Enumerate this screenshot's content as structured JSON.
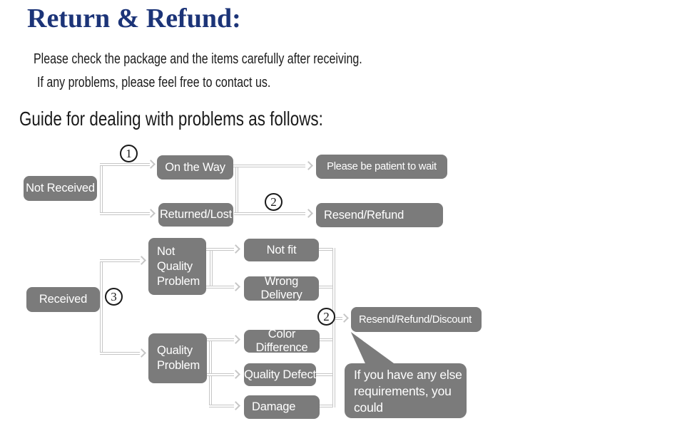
{
  "header": {
    "title": "Return & Refund:",
    "intro_lines": [
      "Please check the package and the items carefully after receiving.",
      "If any problems, please feel free to contact us."
    ],
    "guide_heading": "Guide for dealing with problems as follows:"
  },
  "colors": {
    "title_text": "#1c3478",
    "body_text": "#1a1a1a",
    "node_fill": "#7b7b7b",
    "node_text": "#ffffff",
    "connector": "#c6c6c6",
    "marker_border": "#1a1a1a",
    "background": "#ffffff"
  },
  "flowchart": {
    "nodes": [
      {
        "id": "not-received",
        "label": "Not Received"
      },
      {
        "id": "on-the-way",
        "label": "On the Way"
      },
      {
        "id": "returned-lost",
        "label": "Returned/Lost"
      },
      {
        "id": "please-be-patient-to-wait",
        "label": "Please be patient to wait"
      },
      {
        "id": "resend-refund",
        "label": "Resend/Refund"
      },
      {
        "id": "received",
        "label": "Received"
      },
      {
        "id": "not-quality-problem",
        "label": "Not\nQuality\nProblem"
      },
      {
        "id": "not-fit",
        "label": "Not fit"
      },
      {
        "id": "wrong-delivery",
        "label": "Wrong Delivery"
      },
      {
        "id": "quality-problem",
        "label": "Quality\nProblem"
      },
      {
        "id": "color-difference",
        "label": "Color Difference"
      },
      {
        "id": "quality-defect",
        "label": "Quality Defect"
      },
      {
        "id": "damage",
        "label": "Damage"
      },
      {
        "id": "resend-refund-discount",
        "label": "Resend/Refund/Discount"
      }
    ],
    "markers": [
      {
        "id": "step-1",
        "label": "1"
      },
      {
        "id": "step-2-top",
        "label": "2"
      },
      {
        "id": "step-3",
        "label": "3"
      },
      {
        "id": "step-2-bottom",
        "label": "2"
      }
    ],
    "note_bubble": {
      "text": "If you have any else\nrequirements, you could\nalso tell us!"
    }
  }
}
